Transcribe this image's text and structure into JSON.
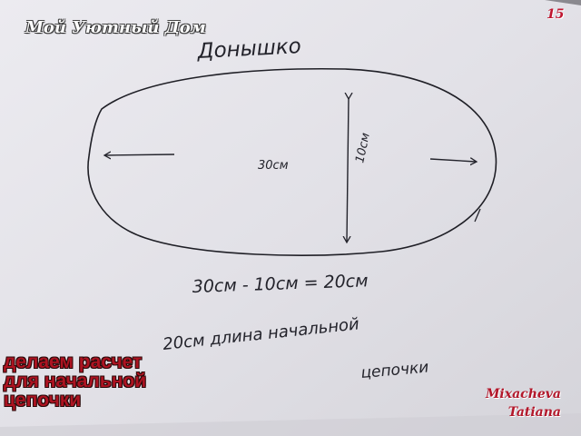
{
  "overlay": {
    "site_title": "Мой Уютный Дом",
    "page_number": "15",
    "caption_lines": [
      "делаем расчет",
      "для начальной",
      "цепочки"
    ],
    "author_lines": [
      "Mixacheva",
      "Tatiana"
    ]
  },
  "sketch": {
    "heading": "Донышко",
    "length_label": "30см",
    "width_label": "10см",
    "equation": "30см - 10см = 20см",
    "note_line_1": "20см длина начальной",
    "note_line_2": "цепочки"
  },
  "colors": {
    "caption": "#ad1321",
    "page_number": "#c0162f",
    "ink": "#23232b",
    "paper": "#e4e3e8"
  }
}
